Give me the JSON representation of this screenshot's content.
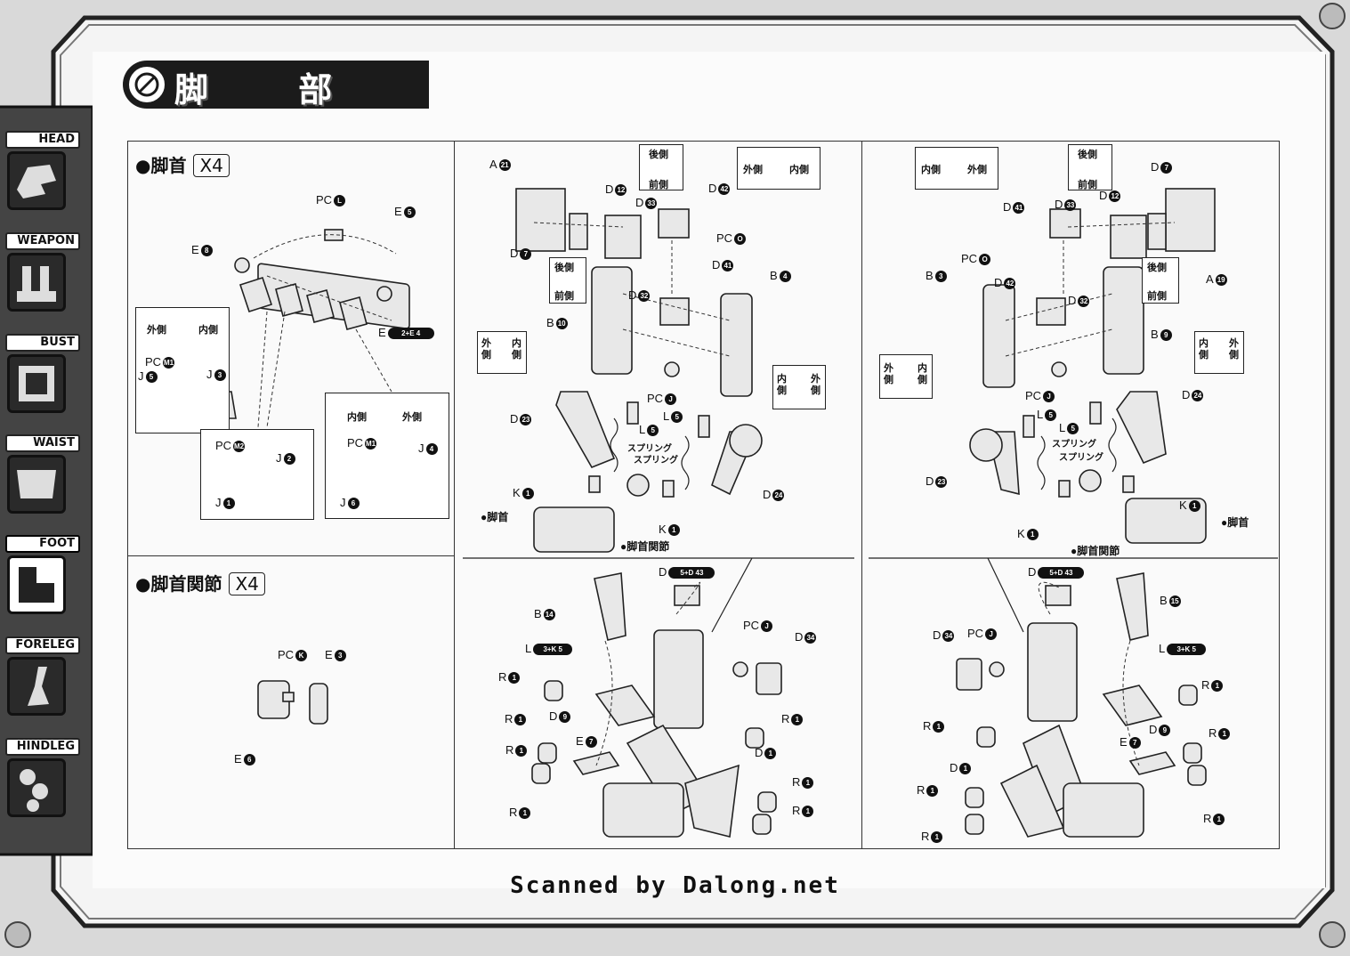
{
  "header": {
    "title": "脚 部"
  },
  "tabs": [
    {
      "label": "HEAD",
      "icon": "head-icon"
    },
    {
      "label": "WEAPON",
      "icon": "weapon-icon"
    },
    {
      "label": "BUST",
      "icon": "bust-icon"
    },
    {
      "label": "WAIST",
      "icon": "waist-icon"
    },
    {
      "label": "FOOT",
      "icon": "foot-icon",
      "active": true
    },
    {
      "label": "FORELEG",
      "icon": "foreleg-icon"
    },
    {
      "label": "HINDLEG",
      "icon": "hindleg-icon"
    }
  ],
  "sections": {
    "ankle": {
      "title": "●脚首",
      "qty": "X4"
    },
    "ankle_joint": {
      "title": "●脚首関節",
      "qty": "X4"
    }
  },
  "ankle_labels": {
    "pcl": "PC",
    "pcl_n": "L",
    "e5": "E",
    "e5_n": "5",
    "e8": "E",
    "e8_n": "8",
    "e24": "E",
    "e24_n": "2+E 4",
    "out1": "外側",
    "in1": "内側",
    "pcm1": "PC",
    "pcm1_n": "M1",
    "j5": "J",
    "j5_n": "5",
    "j3": "J",
    "j3_n": "3",
    "pcm2": "PC",
    "pcm2_n": "M2",
    "j2": "J",
    "j2_n": "2",
    "j1": "J",
    "j1_n": "1",
    "in2": "内側",
    "out2": "外側",
    "pcm1b": "PC",
    "pcm1b_n": "M1",
    "j4": "J",
    "j4_n": "4",
    "j6": "J",
    "j6_n": "6"
  },
  "joint_labels": {
    "pck": "PC",
    "pck_n": "K",
    "e3": "E",
    "e3_n": "3",
    "e6": "E",
    "e6_n": "6"
  },
  "leg_left_labels": {
    "a21": "A",
    "a21_n": "21",
    "d12": "D",
    "d12_n": "12",
    "d33": "D",
    "d33_n": "33",
    "d7": "D",
    "d7_n": "7",
    "back1": "後側",
    "front1": "前側",
    "back2": "後側",
    "front2": "前側",
    "d42": "D",
    "d42_n": "42",
    "pco": "PC",
    "pco_n": "O",
    "d41": "D",
    "d41_n": "41",
    "d32": "D",
    "d32_n": "32",
    "b10": "B",
    "b10_n": "10",
    "b4": "B",
    "b4_n": "4",
    "out_in_a": "外側",
    "in_out_a": "内側",
    "pcj": "PC",
    "pcj_n": "J",
    "in_b": "内側",
    "out_b": "外側",
    "d23": "D",
    "d23_n": "23",
    "l5a": "L",
    "l5a_n": "5",
    "l5b": "L",
    "l5b_n": "5",
    "spring1": "スプリング",
    "spring2": "スプリング",
    "k1a": "K",
    "k1a_n": "1",
    "k1b": "K",
    "k1b_n": "1",
    "d24": "D",
    "d24_n": "24",
    "ankle": "●脚首",
    "ankle_joint": "●脚首関節",
    "out_head": "外側",
    "in_head": "内側"
  },
  "leg_right_labels": {
    "in_head": "内側",
    "out_head": "外側",
    "back1": "後側",
    "front1": "前側",
    "d7": "D",
    "d7_n": "7",
    "d41": "D",
    "d41_n": "41",
    "d33": "D",
    "d33_n": "33",
    "d12": "D",
    "d12_n": "12",
    "pco": "PC",
    "pco_n": "O",
    "back2": "後側",
    "front2": "前側",
    "a19": "A",
    "a19_n": "19",
    "b3": "B",
    "b3_n": "3",
    "d42": "D",
    "d42_n": "42",
    "d32": "D",
    "d32_n": "32",
    "b9": "B",
    "b9_n": "9",
    "out_a": "外側",
    "in_a": "内側",
    "in_b": "内側",
    "out_b": "外側",
    "pcj": "PC",
    "pcj_n": "J",
    "d24": "D",
    "d24_n": "24",
    "l5a": "L",
    "l5a_n": "5",
    "l5b": "L",
    "l5b_n": "5",
    "spring1": "スプリング",
    "spring2": "スプリング",
    "d23": "D",
    "d23_n": "23",
    "k1a": "K",
    "k1a_n": "1",
    "k1b": "K",
    "k1b_n": "1",
    "ankle": "●脚首",
    "ankle_joint": "●脚首関節"
  },
  "foot_left_labels": {
    "d5d43": "D",
    "d5d43_n": "5+D 43",
    "b14": "B",
    "b14_n": "14",
    "pcj": "PC",
    "pcj_n": "J",
    "d34": "D",
    "d34_n": "34",
    "l3k5": "L",
    "l3k5_n": "3+K 5",
    "r1a": "R",
    "r1b": "R",
    "r1c": "R",
    "r1d": "R",
    "r1e": "R",
    "r1f": "R",
    "r1g": "R",
    "r_n": "1",
    "d9": "D",
    "d9_n": "9",
    "e7": "E",
    "e7_n": "7",
    "d1": "D",
    "d1_n": "1"
  },
  "foot_right_labels": {
    "d5d43": "D",
    "d5d43_n": "5+D 43",
    "b15": "B",
    "b15_n": "15",
    "d34": "D",
    "d34_n": "34",
    "pcj": "PC",
    "pcj_n": "J",
    "l3k5": "L",
    "l3k5_n": "3+K 5",
    "r1a": "R",
    "r1b": "R",
    "r1c": "R",
    "r1d": "R",
    "r1e": "R",
    "r1f": "R",
    "r1g": "R",
    "r_n": "1",
    "d9": "D",
    "d9_n": "9",
    "e7": "E",
    "e7_n": "7",
    "d1": "D",
    "d1_n": "1"
  },
  "footer": {
    "credit": "Scanned by Dalong.net"
  }
}
